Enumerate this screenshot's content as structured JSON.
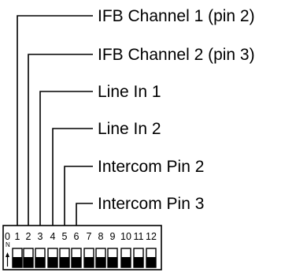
{
  "colors": {
    "ink": "#000000",
    "background": "#ffffff"
  },
  "switch": {
    "off_mark": "0",
    "on_mark": "N",
    "numbers": [
      "1",
      "2",
      "3",
      "4",
      "5",
      "6",
      "7",
      "8",
      "9",
      "10",
      "11",
      "12"
    ],
    "icon": "dip-switch-icon"
  },
  "callouts": [
    {
      "label": "IFB Channel 1 (pin 2)",
      "switch": "1"
    },
    {
      "label": "IFB Channel 2 (pin 3)",
      "switch": "2"
    },
    {
      "label": "Line In 1",
      "switch": "3"
    },
    {
      "label": "Line In 2",
      "switch": "4"
    },
    {
      "label": "Intercom Pin 2",
      "switch": "5"
    },
    {
      "label": "Intercom Pin 3",
      "switch": "6"
    }
  ]
}
